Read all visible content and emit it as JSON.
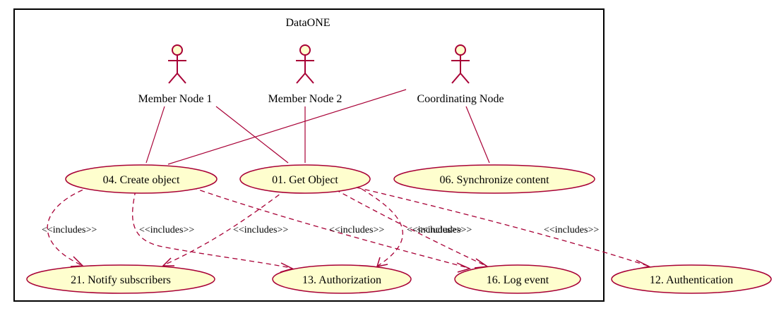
{
  "system": {
    "title": "DataONE"
  },
  "actors": {
    "mn1": "Member Node 1",
    "mn2": "Member Node 2",
    "cn": "Coordinating Node"
  },
  "usecases": {
    "create": "04. Create object",
    "get": "01. Get Object",
    "sync": "06. Synchronize content",
    "notify": "21. Notify subscribers",
    "authz": "13. Authorization",
    "log": "16. Log event",
    "authn": "12. Authentication"
  },
  "relation_label": "<<includes>>"
}
